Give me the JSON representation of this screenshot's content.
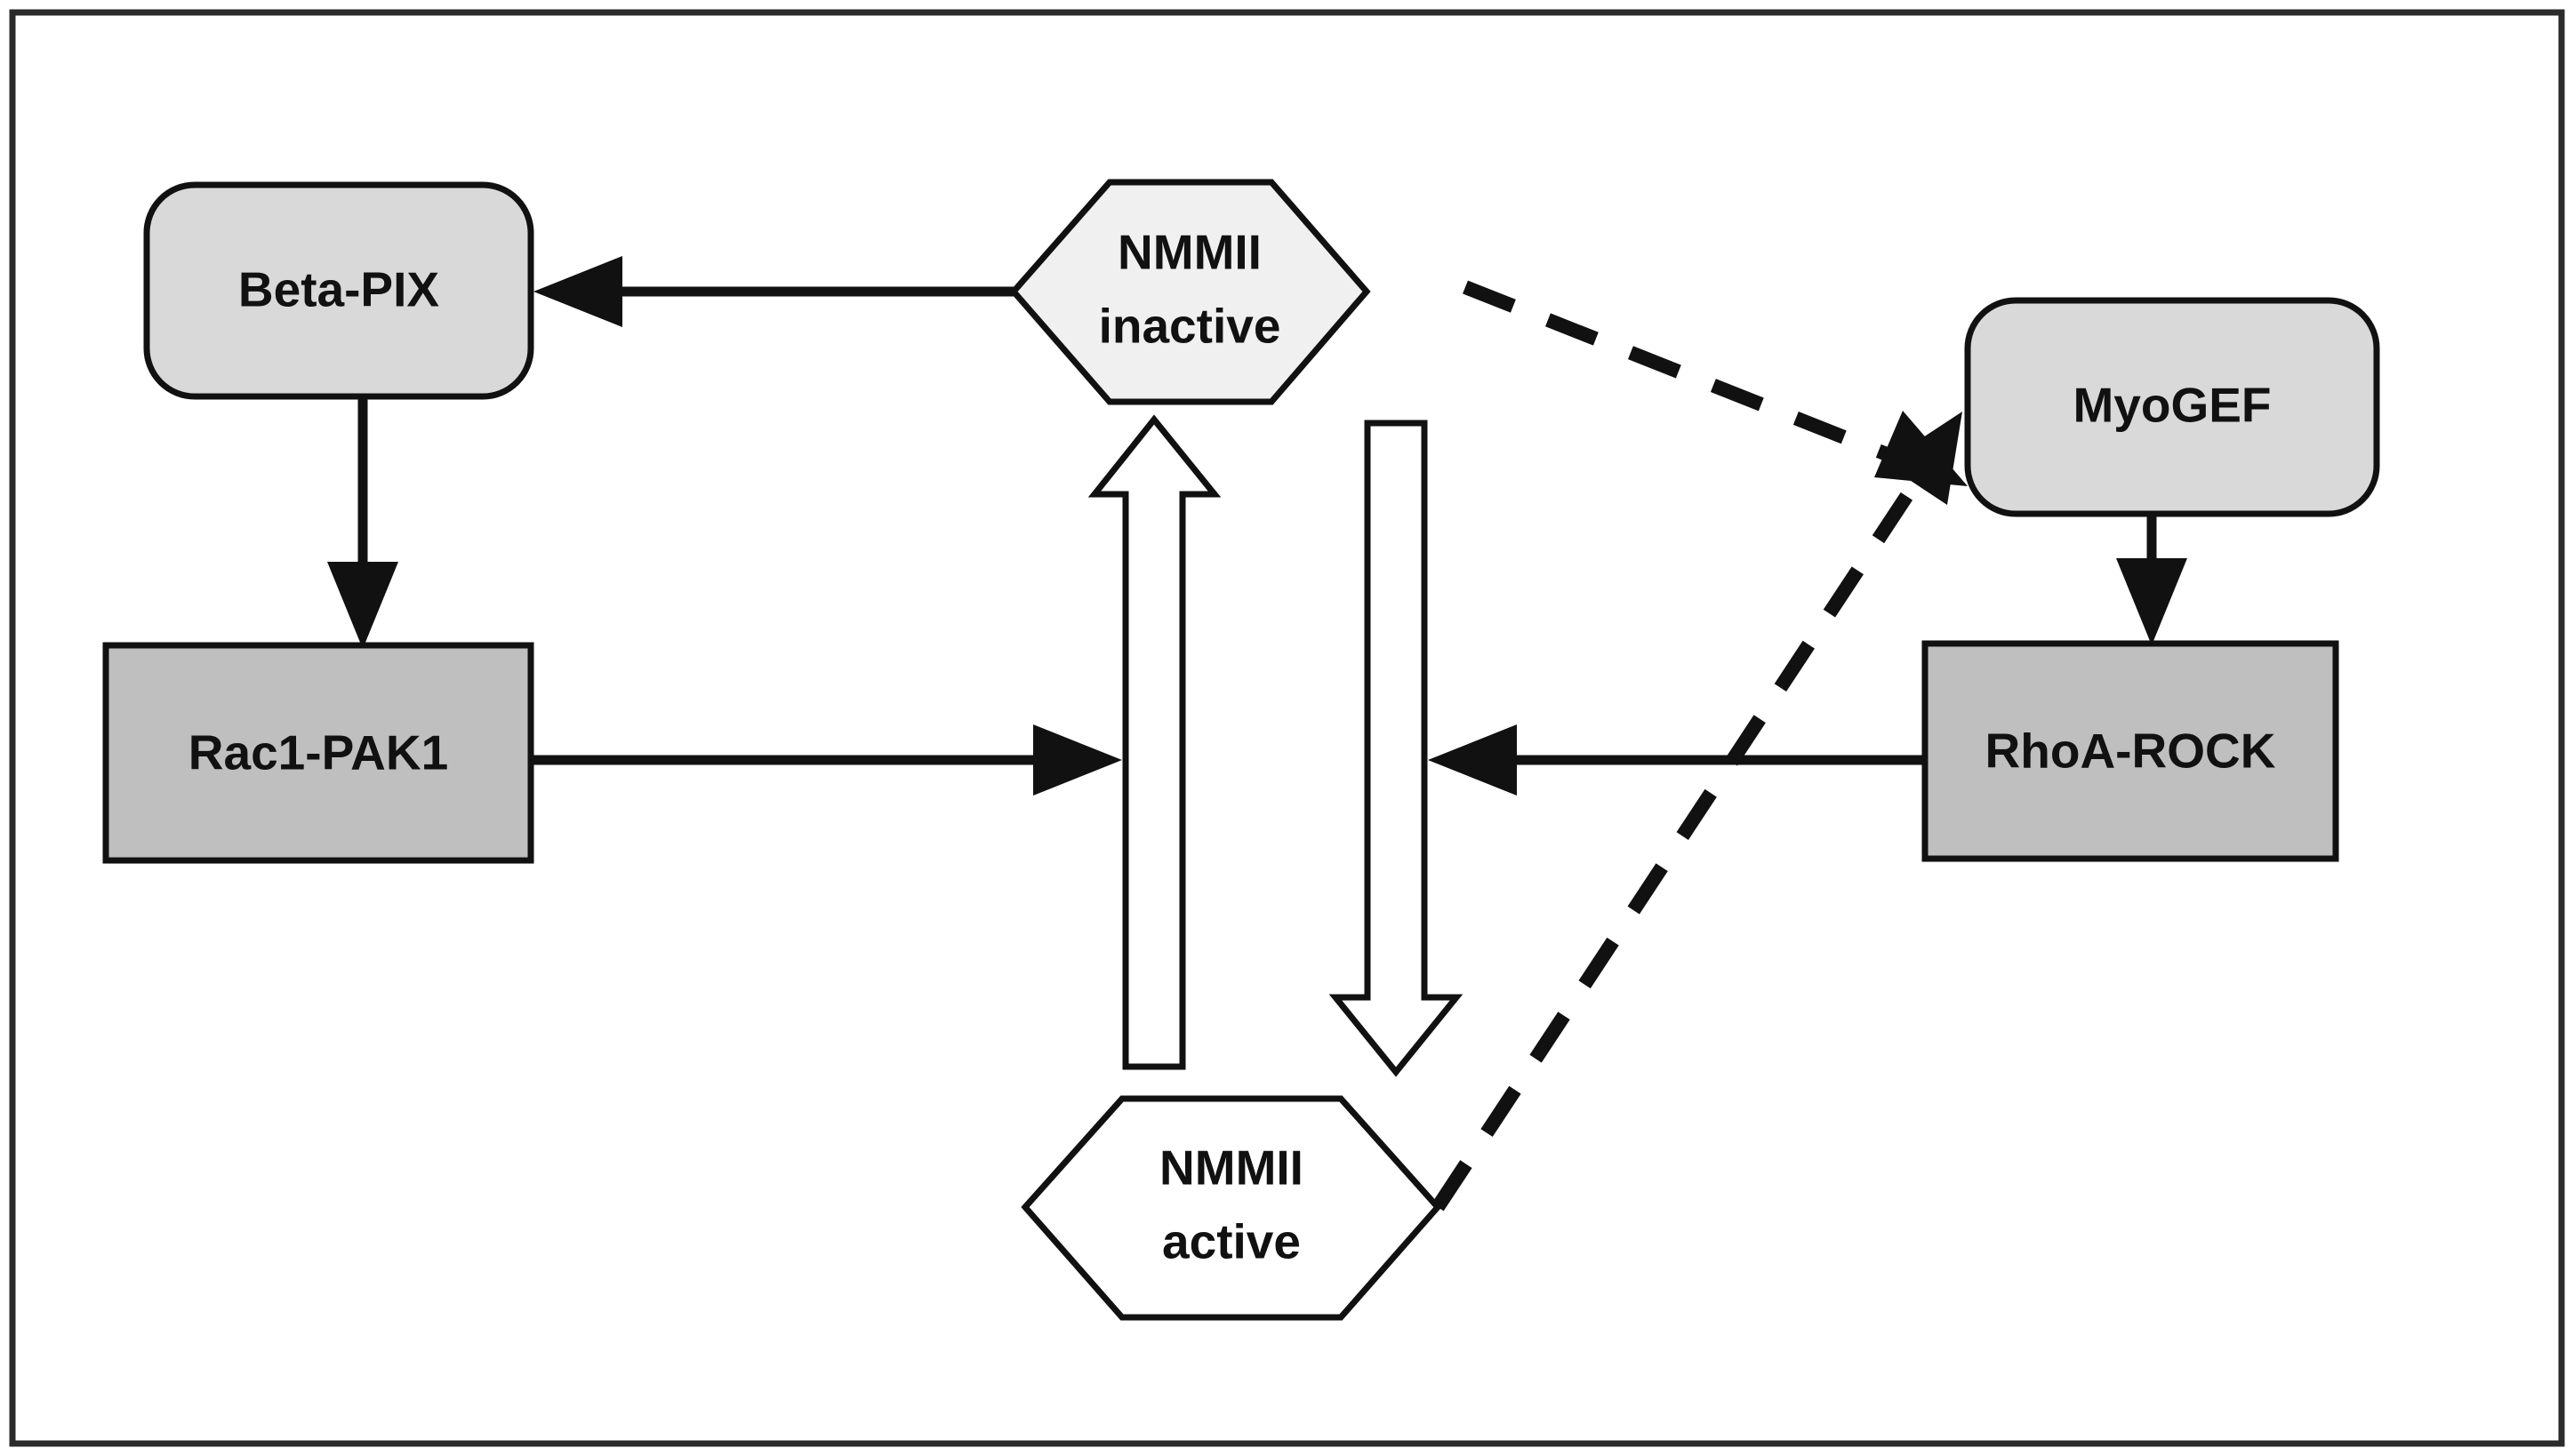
{
  "diagram": {
    "title": "NMMII activation signalling diagram",
    "background_color": "#ffffff",
    "frame_color": "#2b2b2b",
    "nodes": [
      {
        "id": "beta-pix",
        "label": "Beta-PIX",
        "shape": "rounded-rectangle",
        "fill": "#d9d9d9",
        "stroke": "#111111"
      },
      {
        "id": "nmmii-inactive",
        "label_line1": "NMMII",
        "label_line2": "inactive",
        "shape": "hexagon",
        "fill": "#f0f0f0",
        "stroke": "#111111"
      },
      {
        "id": "myogef",
        "label": "MyoGEF",
        "shape": "rounded-rectangle",
        "fill": "#d9d9d9",
        "stroke": "#111111"
      },
      {
        "id": "rac1-pak1",
        "label": "Rac1-PAK1",
        "shape": "rectangle",
        "fill": "#bfbfbf",
        "stroke": "#111111"
      },
      {
        "id": "rhoa-rock",
        "label": "RhoA-ROCK",
        "shape": "rectangle",
        "fill": "#bfbfbf",
        "stroke": "#111111"
      },
      {
        "id": "nmmii-active",
        "label_line1": "NMMII",
        "label_line2": "active",
        "shape": "hexagon",
        "fill": "#ffffff",
        "stroke": "#111111"
      }
    ],
    "edges": [
      {
        "id": "nmmii-inactive-to-beta-pix",
        "from": "nmmii-inactive",
        "to": "beta-pix",
        "style": "solid",
        "arrow": "single"
      },
      {
        "id": "beta-pix-to-rac1-pak1",
        "from": "beta-pix",
        "to": "rac1-pak1",
        "style": "solid",
        "arrow": "single"
      },
      {
        "id": "rac1-pak1-to-activation-arrow",
        "from": "rac1-pak1",
        "to": "nmmii-activation-block-arrow",
        "style": "solid",
        "arrow": "single"
      },
      {
        "id": "nmmii-inactive-to-myogef",
        "from": "nmmii-inactive",
        "to": "myogef",
        "style": "dashed",
        "arrow": "single"
      },
      {
        "id": "nmmii-active-to-myogef",
        "from": "nmmii-active",
        "to": "myogef",
        "style": "dashed",
        "arrow": "single"
      },
      {
        "id": "myogef-to-rhoa-rock",
        "from": "myogef",
        "to": "rhoa-rock",
        "style": "solid",
        "arrow": "single"
      },
      {
        "id": "rhoa-rock-to-inactivation-arrow",
        "from": "rhoa-rock",
        "to": "nmmii-inactivation-block-arrow",
        "style": "solid",
        "arrow": "single"
      },
      {
        "id": "nmmii-active-to-inactive-block-arrow",
        "from": "nmmii-active",
        "to": "nmmii-inactive",
        "style": "block-arrow-up",
        "arrow": "single"
      },
      {
        "id": "nmmii-inactive-to-active-block-arrow",
        "from": "nmmii-inactive",
        "to": "nmmii-active",
        "style": "block-arrow-down",
        "arrow": "single"
      }
    ]
  }
}
